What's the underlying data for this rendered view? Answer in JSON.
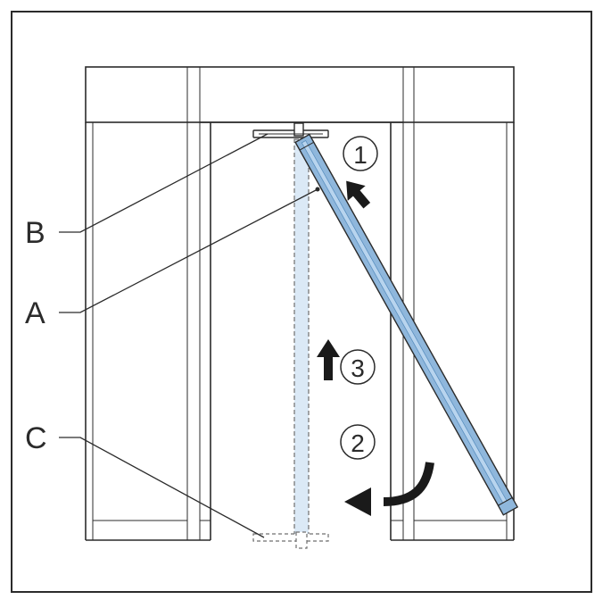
{
  "labels": {
    "a": "A",
    "b": "B",
    "c": "C"
  },
  "steps": {
    "one": "1",
    "two": "2",
    "three": "3"
  },
  "colors": {
    "bar_fill": "#8fb7dc",
    "bar_fill_light": "#b8d4ee",
    "bar_highlight": "#5a8fbf",
    "bar_ghost": "#dbe9f6",
    "line": "#2b2b2b",
    "dash": "#6f6f6f"
  },
  "icons": [
    "arrow-up-left-icon",
    "arrow-up-icon",
    "curved-arrow-left-icon"
  ]
}
